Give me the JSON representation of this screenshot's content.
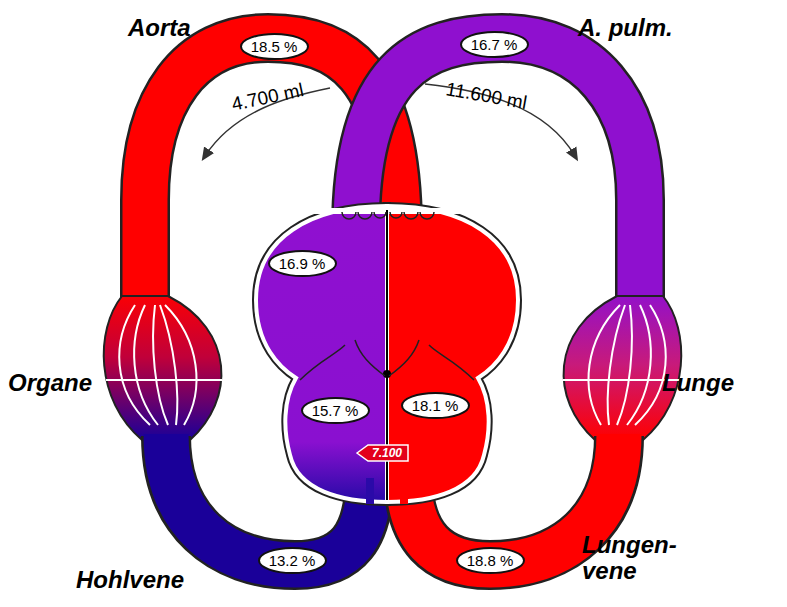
{
  "diagram": {
    "nodes": [
      {
        "text": [
          "18.5 %"
        ]
      },
      {
        "text": [
          "16.7 %"
        ]
      },
      {
        "text": [
          "16.9 %"
        ]
      },
      {
        "text": [
          "15.7 %"
        ]
      },
      {
        "text": [
          "18.1 %"
        ]
      },
      {
        "text": [
          "7.100"
        ]
      },
      {
        "text": [
          "13.2 %"
        ]
      },
      {
        "text": [
          "18.8 %"
        ]
      }
    ],
    "labels": [
      "Aorta",
      "A. pulm.",
      "4.700 ml",
      "11.600 ml",
      "Organe",
      "Lunge",
      "Hohlvene",
      "Lungen- vene"
    ]
  }
}
